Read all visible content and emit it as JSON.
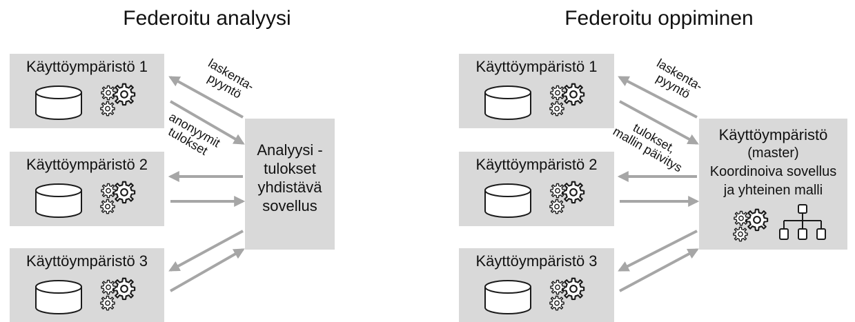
{
  "left": {
    "title": "Federoitu analyysi",
    "environments": [
      "Käyttöympäristö 1",
      "Käyttöympäristö 2",
      "Käyttöympäristö 3"
    ],
    "center_box": {
      "line1": "Analyysi -",
      "line2": "tulokset",
      "line3": "yhdistävä",
      "line4": "sovellus"
    },
    "request_label": {
      "line1": "laskenta-",
      "line2": "pyyntö"
    },
    "results_label": {
      "line1": "anonyymit",
      "line2": "tulokset"
    }
  },
  "right": {
    "title": "Federoitu oppiminen",
    "environments": [
      "Käyttöympäristö 1",
      "Käyttöympäristö 2",
      "Käyttöympäristö 3"
    ],
    "center_box": {
      "line1": "Käyttöympäristö",
      "line2": "(master)",
      "line3": "Koordinoiva sovellus",
      "line4": "ja yhteinen malli"
    },
    "request_label": {
      "line1": "laskenta-",
      "line2": "pyyntö"
    },
    "results_label": {
      "line1": "tulokset,",
      "line2": "mallin päivitys"
    }
  },
  "colors": {
    "box": "#d9d9d9",
    "arrow": "#a6a6a6",
    "icon_stroke": "#1a1a1a"
  },
  "icons": {
    "database": "database-icon",
    "gears": "gears-icon",
    "hierarchy": "hierarchy-icon"
  }
}
